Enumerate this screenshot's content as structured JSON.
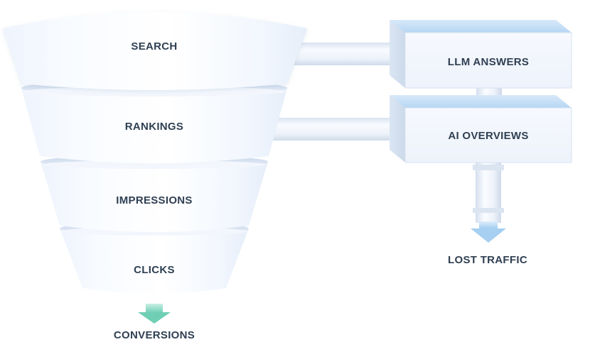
{
  "funnel": {
    "stages": [
      {
        "label": "SEARCH"
      },
      {
        "label": "RANKINGS"
      },
      {
        "label": "IMPRESSIONS"
      },
      {
        "label": "CLICKS"
      }
    ],
    "output_label": "CONVERSIONS",
    "output_arrow_color": "#7ed6bf"
  },
  "boxes": [
    {
      "label": "LLM ANSWERS"
    },
    {
      "label": "AI OVERVIEWS"
    }
  ],
  "lost": {
    "label": "LOST TRAFFIC",
    "arrow_color": "#a9d2f2"
  },
  "colors": {
    "tier_fill": "#f5f9ff",
    "tier_rim": "#dfe8f5",
    "box_front": "#f1f6fd",
    "box_top": "#bddcf6",
    "pipe": "#e8eef6",
    "text": "#2f3f52"
  }
}
